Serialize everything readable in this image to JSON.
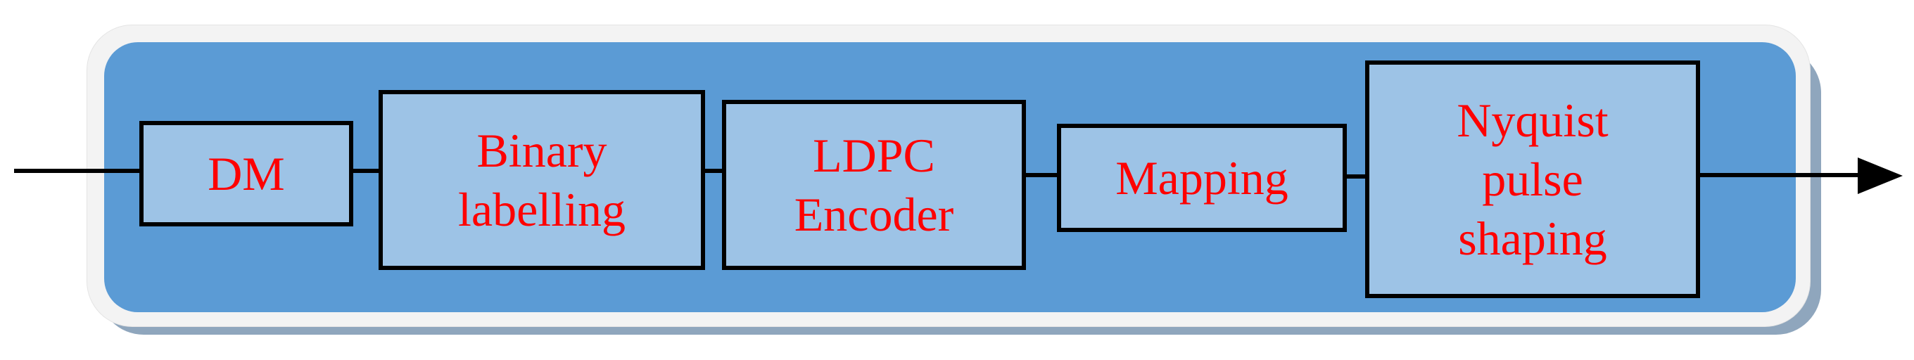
{
  "colors": {
    "panel_fill": "#5b9bd5",
    "panel_border": "#f3f3f3",
    "panel_shadow": "#8fa6bd",
    "block_fill": "#9dc3e6",
    "block_border": "#000000",
    "label_text": "#ff0000",
    "wire": "#000000"
  },
  "blocks": [
    {
      "id": "dm",
      "lines": [
        "DM"
      ]
    },
    {
      "id": "binary-labelling",
      "lines": [
        "Binary",
        "labelling"
      ]
    },
    {
      "id": "ldpc-encoder",
      "lines": [
        "LDPC",
        "Encoder"
      ]
    },
    {
      "id": "mapping",
      "lines": [
        "Mapping"
      ]
    },
    {
      "id": "nyquist-pulse-shaping",
      "lines": [
        "Nyquist",
        "pulse",
        "shaping"
      ]
    }
  ],
  "connections": [
    {
      "from": "input",
      "to": "dm"
    },
    {
      "from": "dm",
      "to": "binary-labelling"
    },
    {
      "from": "binary-labelling",
      "to": "ldpc-encoder"
    },
    {
      "from": "ldpc-encoder",
      "to": "mapping"
    },
    {
      "from": "mapping",
      "to": "nyquist-pulse-shaping"
    },
    {
      "from": "nyquist-pulse-shaping",
      "to": "output",
      "arrow": "right-arrow"
    }
  ]
}
